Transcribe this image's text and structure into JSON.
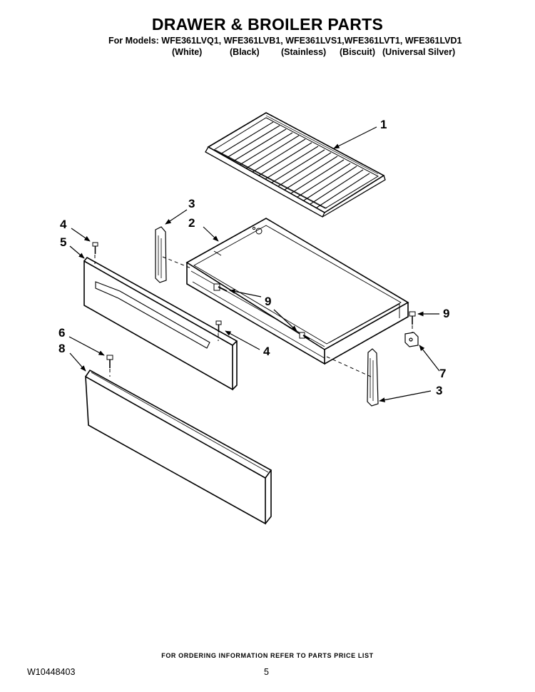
{
  "header": {
    "title": "DRAWER & BROILER PARTS",
    "models_line": "For Models: WFE361LVQ1, WFE361LVB1, WFE361LVS1,WFE361LVT1, WFE361LVD1",
    "variants": [
      "(White)",
      "(Black)",
      "(Stainless)",
      "(Biscuit)",
      "(Universal Silver)"
    ]
  },
  "callouts": {
    "broiler_pan": "1",
    "drawer_body": "2",
    "glide_left": "3",
    "glide_right": "3",
    "screw_upper": "4",
    "screw_lower": "4",
    "drawer_front": "5",
    "screw_panel": "6",
    "drawer_panel": "8",
    "bracket": "7",
    "stud_center": "9",
    "stud_right": "9"
  },
  "footer": {
    "ordering_note": "FOR ORDERING INFORMATION REFER TO PARTS PRICE LIST",
    "document_number": "W10448403",
    "page_number": "5"
  }
}
